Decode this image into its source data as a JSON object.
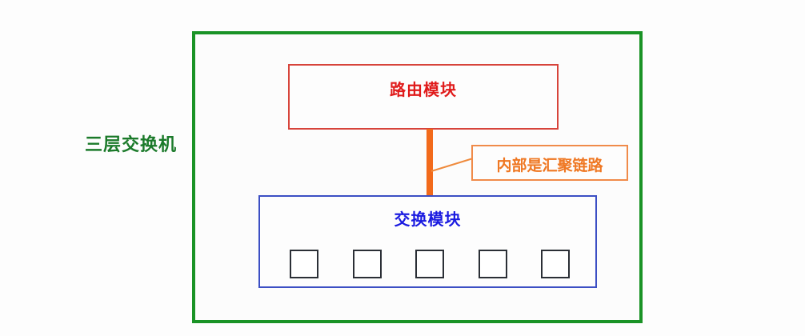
{
  "diagram": {
    "device_label": "三层交换机",
    "chassis": {
      "name": "layer3-switch-chassis",
      "border_color": "#1a9326"
    },
    "routing_module": {
      "title": "路由模块",
      "border_color": "#d7443b",
      "text_color": "#e01b1b"
    },
    "backplane": {
      "link_color": "#f26a1b",
      "callout_text": "内部是汇聚链路",
      "callout_border_color": "#f08b4a",
      "callout_text_color": "#ef7722"
    },
    "switching_module": {
      "title": "交换模块",
      "border_color": "#3c4fc4",
      "text_color": "#1a1ae0",
      "ports": [
        {
          "label": ""
        },
        {
          "label": ""
        },
        {
          "label": ""
        },
        {
          "label": ""
        },
        {
          "label": ""
        }
      ]
    },
    "watermark": ""
  }
}
